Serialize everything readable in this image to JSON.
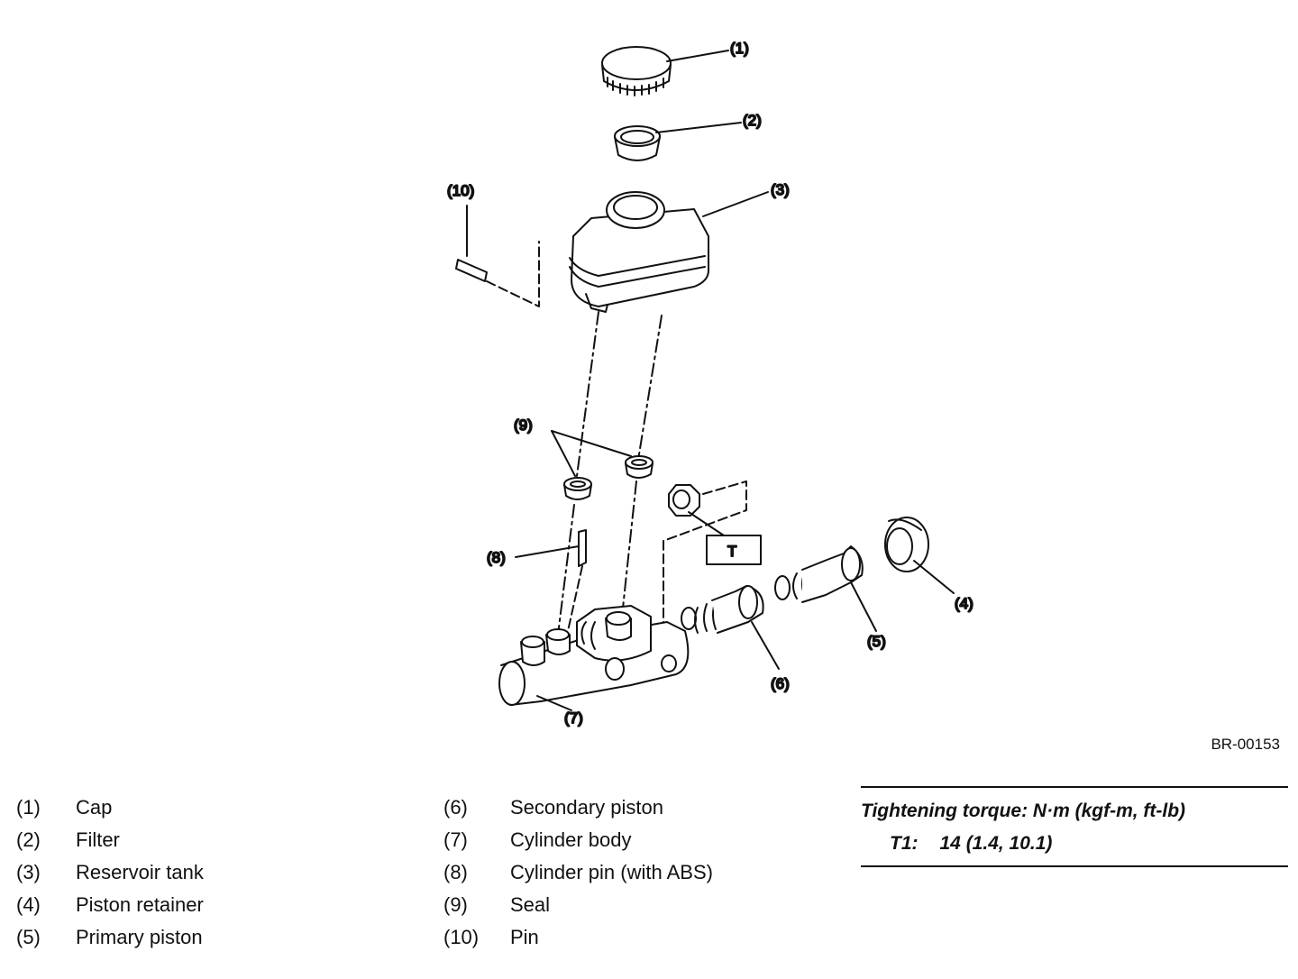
{
  "callouts": {
    "c1": "(1)",
    "c2": "(2)",
    "c3": "(3)",
    "c4": "(4)",
    "c5": "(5)",
    "c6": "(6)",
    "c7": "(7)",
    "c8": "(8)",
    "c9": "(9)",
    "c10": "(10)",
    "torque_marker": "T"
  },
  "figure_id": "BR-00153",
  "legend": {
    "left": [
      {
        "num": "(1)",
        "label": "Cap"
      },
      {
        "num": "(2)",
        "label": "Filter"
      },
      {
        "num": "(3)",
        "label": "Reservoir tank"
      },
      {
        "num": "(4)",
        "label": "Piston retainer"
      },
      {
        "num": "(5)",
        "label": "Primary piston"
      }
    ],
    "right": [
      {
        "num": "(6)",
        "label": "Secondary piston"
      },
      {
        "num": "(7)",
        "label": "Cylinder body"
      },
      {
        "num": "(8)",
        "label": "Cylinder pin (with ABS)"
      },
      {
        "num": "(9)",
        "label": "Seal"
      },
      {
        "num": "(10)",
        "label": "Pin"
      }
    ]
  },
  "torque": {
    "heading": "Tightening torque: N·m (kgf-m, ft-lb)",
    "spec_label": "T1:",
    "spec_value": "14 (1.4, 10.1)"
  }
}
